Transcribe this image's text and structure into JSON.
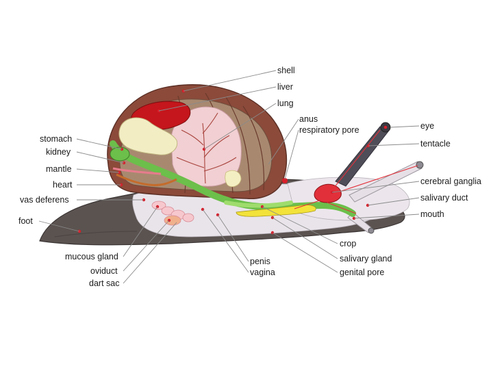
{
  "diagram": {
    "labels": {
      "shell": "shell",
      "liver": "liver",
      "lung": "lung",
      "anus": "anus",
      "respiratory_pore": "respiratory pore",
      "eye": "eye",
      "tentacle": "tentacle",
      "cerebral_ganglia": "cerebral ganglia",
      "salivary_duct": "salivary duct",
      "mouth": "mouth",
      "crop": "crop",
      "salivary_gland": "salivary gland",
      "genital_pore": "genital pore",
      "penis": "penis",
      "vagina": "vagina",
      "stomach": "stomach",
      "kidney": "kidney",
      "mantle": "mantle",
      "heart": "heart",
      "vas_deferens": "vas deferens",
      "foot": "foot",
      "mucous_gland": "mucous gland",
      "oviduct": "oviduct",
      "dart_sac": "dart sac"
    },
    "colors": {
      "foot": "#5b5350",
      "body_interior": "#e9e4ea",
      "shell_outer": "#8b4a3a",
      "shell_band": "#a88970",
      "lung": "#f1cfd2",
      "liver": "#c4161c",
      "digestive": "#6cbf4a",
      "nerve": "#e2303a",
      "marker": "#d81e2a",
      "salivary": "#f2e23a"
    }
  }
}
